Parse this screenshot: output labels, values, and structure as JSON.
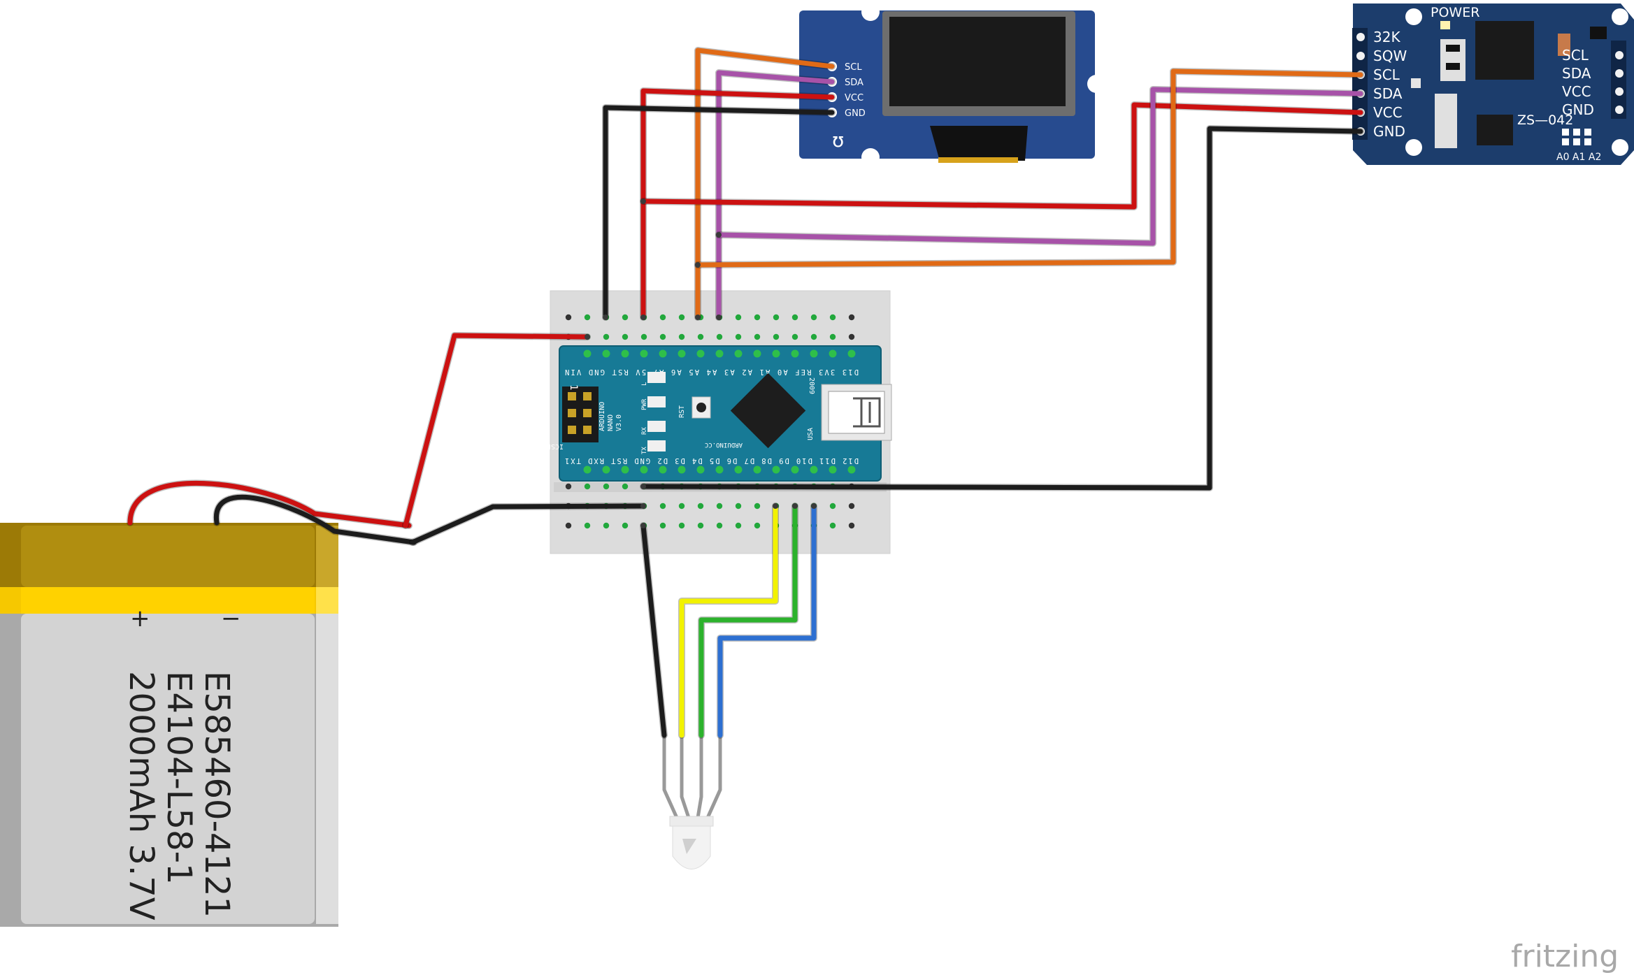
{
  "oled": {
    "pins": [
      "SCL",
      "SDA",
      "VCC",
      "GND"
    ]
  },
  "rtc": {
    "power_label": "POWER",
    "left_pins": [
      "32K",
      "SQW",
      "SCL",
      "SDA",
      "VCC",
      "GND"
    ],
    "right_pins": [
      "SCL",
      "SDA",
      "VCC",
      "GND"
    ],
    "model": "ZS—042",
    "address_pins": "A0 A1 A2"
  },
  "nano": {
    "top_pins": "D12 D11 D10 D9 D8 D7 D6 D5 D4 D3 D2 GND RST RXD TX1",
    "bottom_pins": "D13 3V3 REF A0 A1 A2 A3 A4 A5 A6 A7 5V RST GND VIN",
    "name_lines": [
      "ARDUINO",
      "NANO",
      "V3.0"
    ],
    "year": "2009",
    "usa": "USA",
    "brand": "ARDUINO.CC",
    "icsp": "ICSP",
    "rst": "RST",
    "led_labels": [
      "L",
      "PWR",
      "RX",
      "TX"
    ],
    "pin_one": "1"
  },
  "battery": {
    "minus": "−",
    "plus": "+",
    "line1": "E585460-4121",
    "line2": "E4104-L58-1",
    "line3": "2000mAh 3.7V"
  },
  "logo": "fritzing",
  "wire_colors": {
    "red": "#cc1111",
    "black": "#1c1c1c",
    "orange": "#e06a16",
    "purple": "#a752a8",
    "yellow": "#f2f200",
    "green": "#2cb22c",
    "blue": "#2d6fd1"
  }
}
